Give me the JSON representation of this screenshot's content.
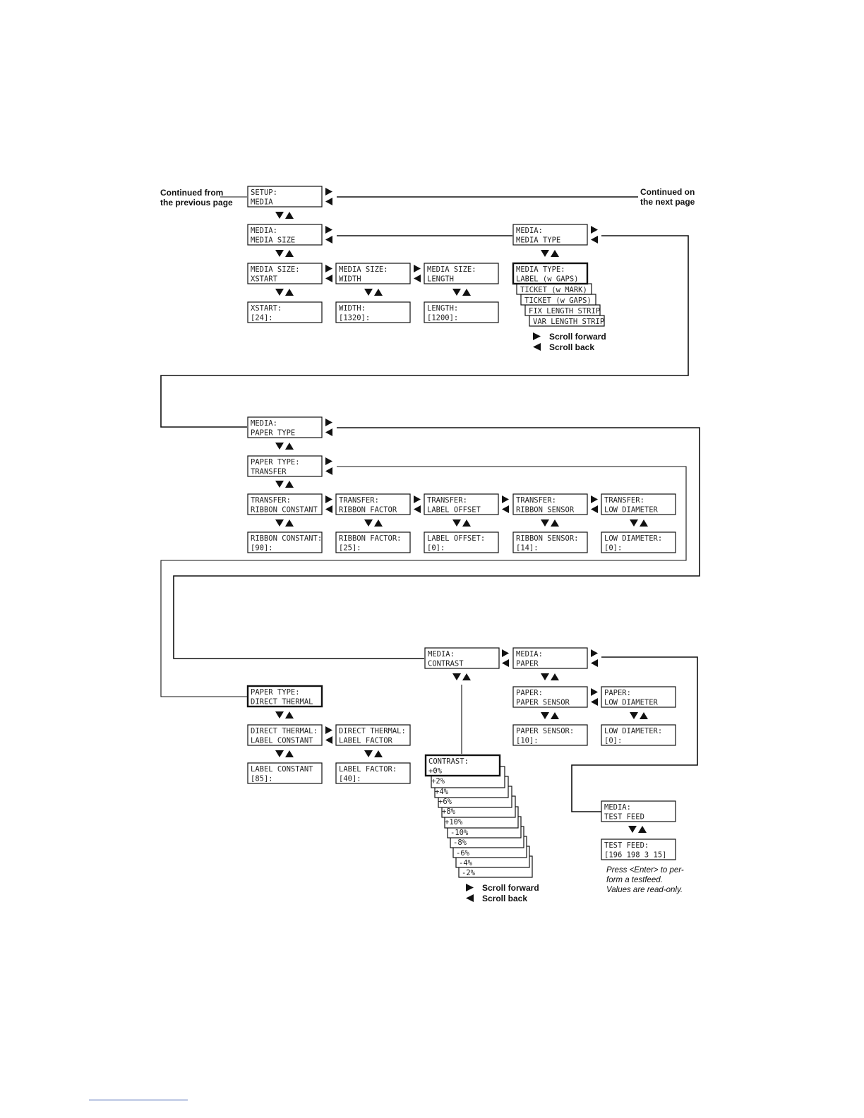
{
  "notes": {
    "continued_from": [
      "Continued from",
      "the previous page"
    ],
    "continued_on": [
      "Continued on",
      "the next page"
    ],
    "scroll_forward": "Scroll forward",
    "scroll_back": "Scroll back",
    "test_feed_note": [
      "Press <Enter> to per-",
      "form a testfeed.",
      "Values are read-only."
    ]
  },
  "menus": {
    "setup_media": [
      "SETUP:",
      "MEDIA"
    ],
    "media_media_size": [
      "MEDIA:",
      "MEDIA SIZE"
    ],
    "media_media_type": [
      "MEDIA:",
      "MEDIA TYPE"
    ],
    "media_size_xstart": [
      "MEDIA SIZE:",
      "XSTART"
    ],
    "media_size_width": [
      "MEDIA SIZE:",
      "WIDTH"
    ],
    "media_size_length": [
      "MEDIA SIZE:",
      "LENGTH"
    ],
    "xstart_value": [
      "XSTART:",
      "[24]:"
    ],
    "width_value": [
      "WIDTH:",
      "[1320]:"
    ],
    "length_value": [
      "LENGTH:",
      "[1200]:"
    ],
    "media_type_label": [
      "MEDIA TYPE:",
      "LABEL (w GAPS)"
    ],
    "media_type_options": [
      "TICKET (w MARK)",
      "TICKET (w GAPS)",
      "FIX LENGTH STRIP",
      "VAR LENGTH STRIP"
    ],
    "media_paper_type": [
      "MEDIA:",
      "PAPER TYPE"
    ],
    "paper_type_transfer": [
      "PAPER TYPE:",
      "TRANSFER"
    ],
    "transfer_ribbon_constant": [
      "TRANSFER:",
      "RIBBON CONSTANT"
    ],
    "transfer_ribbon_factor": [
      "TRANSFER:",
      "RIBBON FACTOR"
    ],
    "transfer_label_offset": [
      "TRANSFER:",
      "LABEL OFFSET"
    ],
    "transfer_ribbon_sensor": [
      "TRANSFER:",
      "RIBBON SENSOR"
    ],
    "transfer_low_diameter": [
      "TRANSFER:",
      "LOW DIAMETER"
    ],
    "ribbon_constant_value": [
      "RIBBON CONSTANT:",
      "[90]:"
    ],
    "ribbon_factor_value": [
      "RIBBON FACTOR:",
      "[25]:"
    ],
    "label_offset_value": [
      "LABEL OFFSET:",
      "[0]:"
    ],
    "ribbon_sensor_value": [
      "RIBBON SENSOR:",
      "[14]:"
    ],
    "transfer_low_diameter_value": [
      "LOW DIAMETER:",
      "[0]:"
    ],
    "media_contrast": [
      "MEDIA:",
      "CONTRAST"
    ],
    "media_paper": [
      "MEDIA:",
      "PAPER"
    ],
    "paper_type_direct_thermal": [
      "PAPER TYPE:",
      "DIRECT THERMAL"
    ],
    "direct_thermal_label_constant": [
      "DIRECT THERMAL:",
      "LABEL CONSTANT"
    ],
    "direct_thermal_label_factor": [
      "DIRECT THERMAL:",
      "LABEL FACTOR"
    ],
    "label_constant_value": [
      "LABEL CONSTANT",
      "[85]:"
    ],
    "label_factor_value": [
      "LABEL FACTOR:",
      "[40]:"
    ],
    "paper_paper_sensor": [
      "PAPER:",
      "PAPER SENSOR"
    ],
    "paper_low_diameter": [
      "PAPER:",
      "LOW DIAMETER"
    ],
    "paper_sensor_value": [
      "PAPER SENSOR:",
      "[10]:"
    ],
    "paper_low_diameter_value": [
      "LOW DIAMETER:",
      "[0]:"
    ],
    "contrast_current": [
      "CONTRAST:",
      "+0%"
    ],
    "contrast_options": [
      "+2%",
      "+4%",
      "+6%",
      "+8%",
      "+10%",
      "-10%",
      "-8%",
      "-6%",
      "-4%",
      "-2%"
    ],
    "media_test_feed": [
      "MEDIA:",
      "TEST FEED"
    ],
    "test_feed_value": [
      "TEST FEED:",
      "[196 198 3 15]"
    ]
  }
}
